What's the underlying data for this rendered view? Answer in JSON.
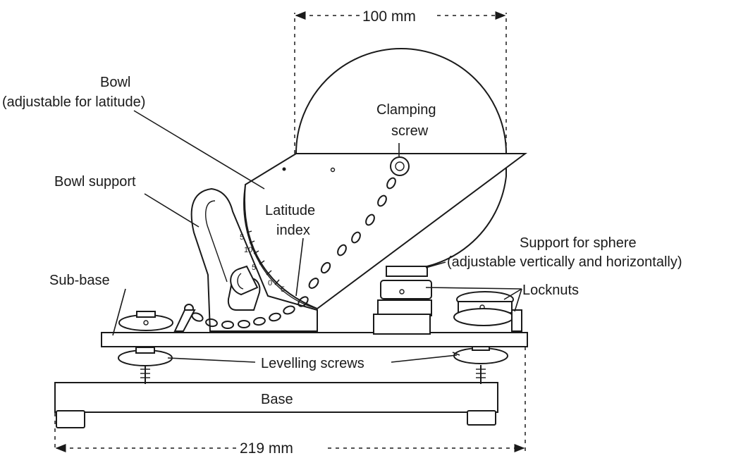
{
  "labels": {
    "top_dimension": "100 mm",
    "bottom_dimension": "219 mm",
    "bowl_line1": "Bowl",
    "bowl_line2": "(adjustable for latitude)",
    "clamping_line1": "Clamping",
    "clamping_line2": "screw",
    "bowl_support": "Bowl support",
    "latitude_line1": "Latitude",
    "latitude_line2": "index",
    "support_line1": "Support for sphere",
    "support_line2": "(adjustable vertically and horizontally)",
    "sub_base": "Sub-base",
    "locknuts": "Locknuts",
    "levelling_screws": "Levelling screws",
    "base": "Base"
  },
  "scale_marks": [
    "5",
    "10",
    "5",
    "0",
    "5"
  ]
}
